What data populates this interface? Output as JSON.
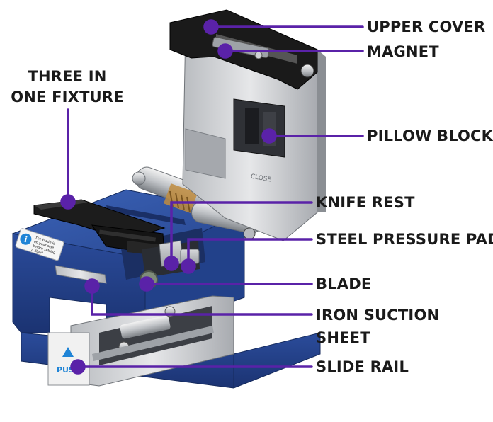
{
  "labels": {
    "upper_cover": "UPPER COVER",
    "magnet": "MAGNET",
    "pillow_block": "PILLOW BLOCK",
    "three_in_one_line1": "THREE IN",
    "three_in_one_line2": "ONE FIXTURE",
    "knife_rest": "KNIFE REST",
    "steel_pressure_pad": "STEEL PRESSURE PAD",
    "blade": "BLADE",
    "iron_suction_line1": "IRON SUCTION",
    "iron_suction_line2": "SHEET",
    "slide_rail": "SLIDE RAIL"
  },
  "device": {
    "info_sticker_icon": "i",
    "info_sticker_text": [
      "The blade is",
      "on your side",
      "before setting",
      "a fiber!"
    ],
    "push_label": "PUSH",
    "cover_mark": "CLOSE"
  },
  "colors": {
    "leader": "#5a22a8",
    "body_blue": "#2d4f9e",
    "body_blue_dark": "#1d3779",
    "metal": "#c9ccd0",
    "metal_dark": "#8e9297",
    "black": "#161616"
  }
}
